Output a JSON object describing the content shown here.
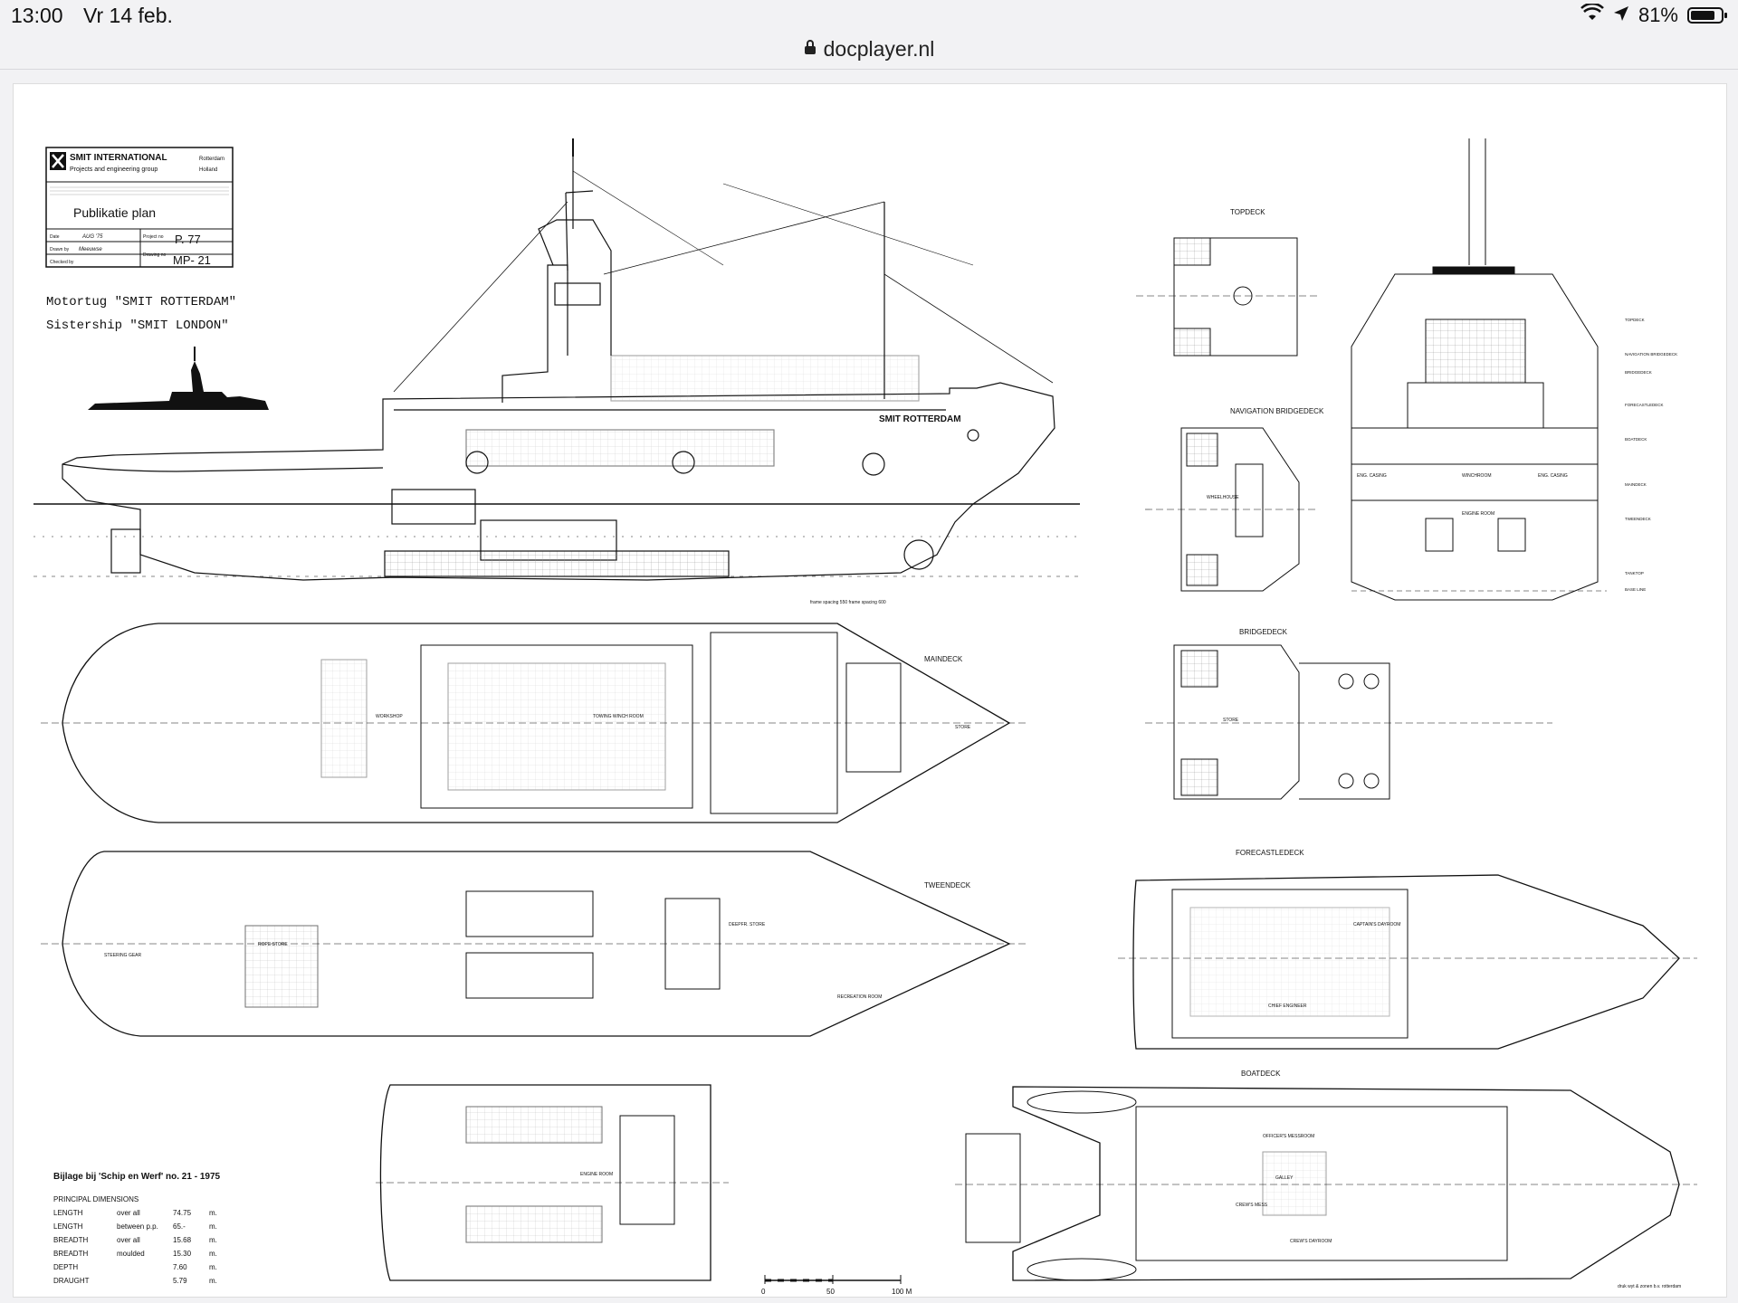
{
  "status": {
    "time": "13:00",
    "date": "Vr 14 feb.",
    "battery": "81%",
    "battery_level": 0.81
  },
  "browser": {
    "url": "docplayer.nl"
  },
  "title_block": {
    "company": "SMIT INTERNATIONAL",
    "company_sub": "Projects and engineering group",
    "location_1": "Rotterdam",
    "location_2": "Holland",
    "plan_title": "Publikatie plan",
    "date_label": "Date",
    "date_value": "AUG '75",
    "drawn_label": "Drawn by",
    "drawn_value": "Meeuwse",
    "checked_label": "Checked by",
    "project_label": "Project no",
    "project_value": "P. 77",
    "drawing_label": "Drawing no",
    "drawing_value": "MP- 21"
  },
  "ship_title": {
    "line1": "Motortug \"SMIT ROTTERDAM\"",
    "line2": "Sistership \"SMIT LONDON\""
  },
  "hull_name": "SMIT ROTTERDAM",
  "deck_labels": {
    "topdeck": "TOPDECK",
    "navigation_bridgedeck": "NAVIGATION BRIDGEDECK",
    "bridgedeck": "BRIDGEDECK",
    "maindeck": "MAINDECK",
    "tweendeck": "TWEENDECK",
    "forecastledeck": "FORECASTLEDECK",
    "boatdeck": "BOATDECK"
  },
  "section_labels": [
    "TOPDECK",
    "NAVIGATION BRIDGEDECK",
    "BRIDGEDECK",
    "FORECASTLEDECK",
    "BOATDECK",
    "MAINDECK",
    "TWEENDECK",
    "TANKTOP",
    "BASE LINE"
  ],
  "room_labels": {
    "wheelhouse": "WHEELHOUSE",
    "store": "STORE",
    "workshop": "WORKSHOP",
    "towing_winch_room": "TOWING WINCH ROOM",
    "rope_store": "ROPE STORE",
    "steering_gear": "STEERING GEAR",
    "engine_room": "ENGINE ROOM",
    "deep_store": "DEEPFR. STORE",
    "recreation_room": "RECREATION ROOM",
    "captains_dayroom": "CAPTAIN'S DAYROOM",
    "chief_engineer": "CHIEF ENGINEER",
    "galley": "GALLEY",
    "crews_mess": "CREW'S MESS",
    "officers_messroom": "OFFICER'S MESSROOM",
    "crews_dayroom": "CREW'S DAYROOM",
    "eng_casing": "ENG. CASING",
    "winchroom": "WINCHROOM",
    "frame_spacing": "frame spacing 550   frame spacing 600"
  },
  "dimensions": {
    "heading": "Bijlage bij 'Schip en Werf' no. 21 - 1975",
    "subheading": "PRINCIPAL   DIMENSIONS",
    "rows": [
      {
        "name": "LENGTH",
        "qualifier": "over all",
        "value": "74.75",
        "unit": "m."
      },
      {
        "name": "LENGTH",
        "qualifier": "between p.p.",
        "value": "65.-",
        "unit": "m."
      },
      {
        "name": "BREADTH",
        "qualifier": "over all",
        "value": "15.68",
        "unit": "m."
      },
      {
        "name": "BREADTH",
        "qualifier": "moulded",
        "value": "15.30",
        "unit": "m."
      },
      {
        "name": "DEPTH",
        "qualifier": "",
        "value": "7.60",
        "unit": "m."
      },
      {
        "name": "DRAUGHT",
        "qualifier": "",
        "value": "5.79",
        "unit": "m."
      }
    ]
  },
  "scale": {
    "t0": "0",
    "t1": "50",
    "t2": "100 M"
  },
  "printer": "druk wyt & zonen b.v. rotterdam"
}
